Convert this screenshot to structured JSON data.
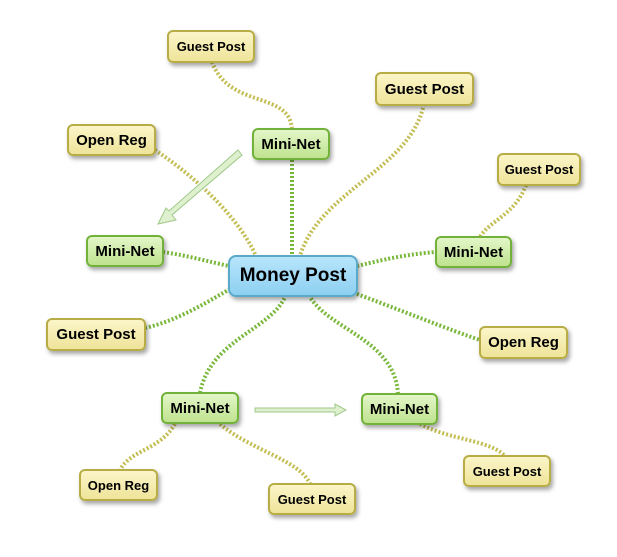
{
  "diagram": {
    "center": {
      "label": "Money Post"
    },
    "nodes": [
      {
        "id": "gp_top",
        "label": "Guest Post",
        "type": "guest"
      },
      {
        "id": "gp_topright",
        "label": "Guest Post",
        "type": "guest"
      },
      {
        "id": "or_left",
        "label": "Open Reg",
        "type": "guest"
      },
      {
        "id": "mn_top",
        "label": "Mini-Net",
        "type": "mini"
      },
      {
        "id": "gp_right",
        "label": "Guest Post",
        "type": "guest"
      },
      {
        "id": "mn_left",
        "label": "Mini-Net",
        "type": "mini"
      },
      {
        "id": "mn_right",
        "label": "Mini-Net",
        "type": "mini"
      },
      {
        "id": "gp_left",
        "label": "Guest Post",
        "type": "guest"
      },
      {
        "id": "or_right",
        "label": "Open Reg",
        "type": "guest"
      },
      {
        "id": "mn_bl",
        "label": "Mini-Net",
        "type": "mini"
      },
      {
        "id": "mn_br",
        "label": "Mini-Net",
        "type": "mini"
      },
      {
        "id": "gp_br",
        "label": "Guest Post",
        "type": "guest"
      },
      {
        "id": "or_bl",
        "label": "Open Reg",
        "type": "guest"
      },
      {
        "id": "gp_bottom",
        "label": "Guest Post",
        "type": "guest"
      }
    ],
    "edges": [
      [
        "gp_top",
        "mn_top"
      ],
      [
        "mn_top",
        "money"
      ],
      [
        "gp_topright",
        "money"
      ],
      [
        "or_left",
        "money"
      ],
      [
        "gp_right",
        "mn_right"
      ],
      [
        "mn_left",
        "money"
      ],
      [
        "mn_right",
        "money"
      ],
      [
        "gp_left",
        "money"
      ],
      [
        "or_right",
        "money"
      ],
      [
        "mn_bl",
        "money"
      ],
      [
        "mn_br",
        "money"
      ],
      [
        "mn_bl",
        "or_bl"
      ],
      [
        "mn_bl",
        "gp_bottom"
      ],
      [
        "mn_br",
        "gp_br"
      ]
    ],
    "arrows": [
      [
        "mn_top",
        "mn_left"
      ],
      [
        "mn_bl",
        "mn_br"
      ]
    ],
    "colors": {
      "mini_edge": "#7ab83c",
      "guest_edge": "#c4bd52",
      "arrow": "#b9dba0"
    }
  }
}
